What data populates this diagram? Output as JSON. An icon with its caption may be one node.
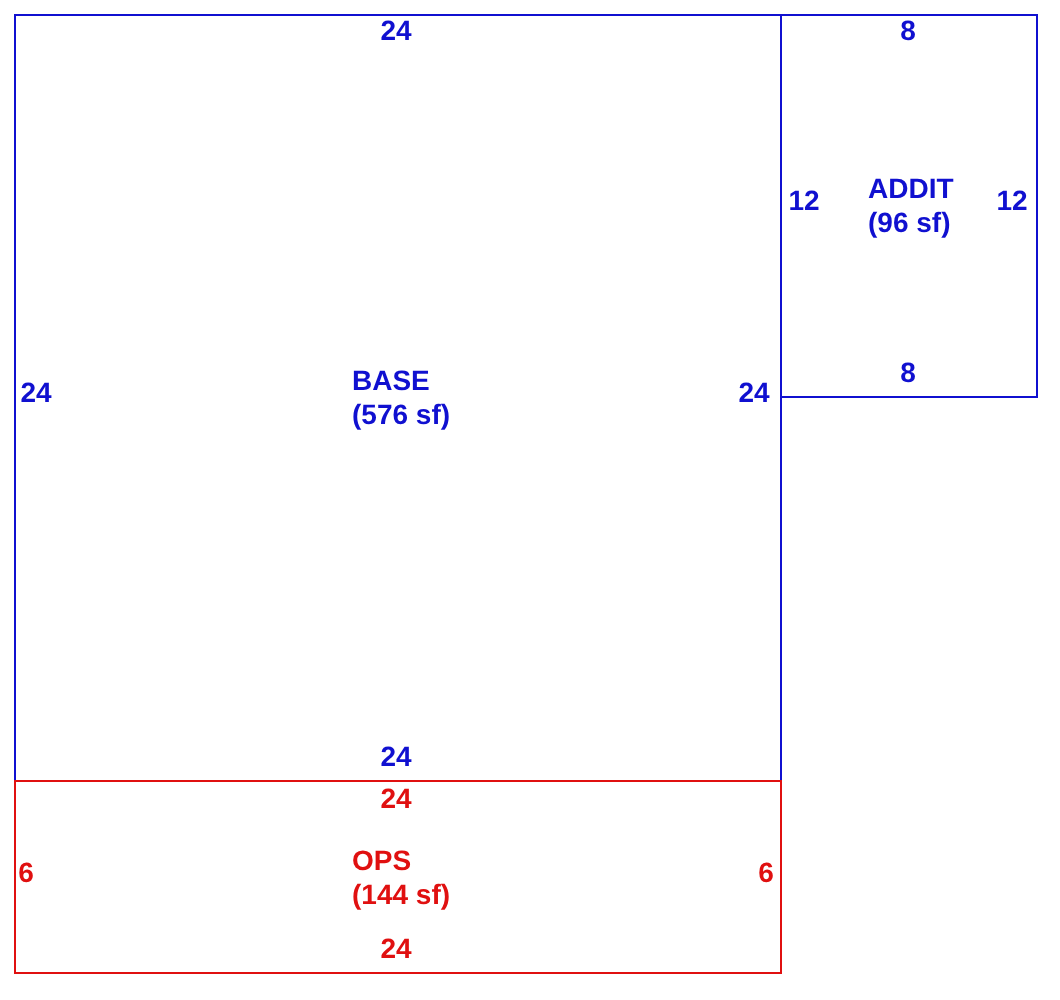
{
  "diagram": {
    "nodes": [
      {
        "text": [
          "BASE",
          "(576 sf)"
        ]
      },
      {
        "text": [
          "ADDIT",
          "(96 sf)"
        ]
      },
      {
        "text": [
          "OPS",
          "(144 sf)"
        ]
      }
    ],
    "labels": [
      "24",
      "8",
      "12",
      "12",
      "8",
      "24",
      "24",
      "24",
      "24",
      "6",
      "6",
      "24"
    ]
  }
}
